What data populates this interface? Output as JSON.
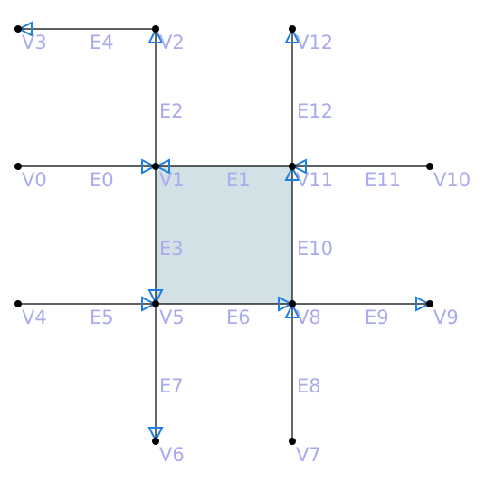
{
  "colors": {
    "face": "#d2e1e5",
    "edge": "#000000",
    "vertex": "#000000",
    "label": "#aaaaee",
    "arrow": "#1f7fe0"
  },
  "vertices": [
    {
      "id": "V0"
    },
    {
      "id": "V1"
    },
    {
      "id": "V2"
    },
    {
      "id": "V3"
    },
    {
      "id": "V4"
    },
    {
      "id": "V5"
    },
    {
      "id": "V6"
    },
    {
      "id": "V7"
    },
    {
      "id": "V8"
    },
    {
      "id": "V9"
    },
    {
      "id": "V10"
    },
    {
      "id": "V11"
    },
    {
      "id": "V12"
    }
  ],
  "edges": [
    {
      "id": "E0",
      "from": "V0",
      "to": "V1"
    },
    {
      "id": "E1",
      "from": "V11",
      "to": "V1"
    },
    {
      "id": "E2",
      "from": "V1",
      "to": "V2"
    },
    {
      "id": "E3",
      "from": "V1",
      "to": "V5"
    },
    {
      "id": "E4",
      "from": "V2",
      "to": "V3"
    },
    {
      "id": "E5",
      "from": "V4",
      "to": "V5"
    },
    {
      "id": "E6",
      "from": "V5",
      "to": "V8"
    },
    {
      "id": "E7",
      "from": "V5",
      "to": "V6"
    },
    {
      "id": "E8",
      "from": "V7",
      "to": "V8"
    },
    {
      "id": "E9",
      "from": "V8",
      "to": "V9"
    },
    {
      "id": "E10",
      "from": "V8",
      "to": "V11"
    },
    {
      "id": "E11",
      "from": "V10",
      "to": "V11"
    },
    {
      "id": "E12",
      "from": "V11",
      "to": "V12"
    }
  ],
  "faces": [
    {
      "vertices": [
        "V1",
        "V11",
        "V8",
        "V5"
      ]
    }
  ]
}
